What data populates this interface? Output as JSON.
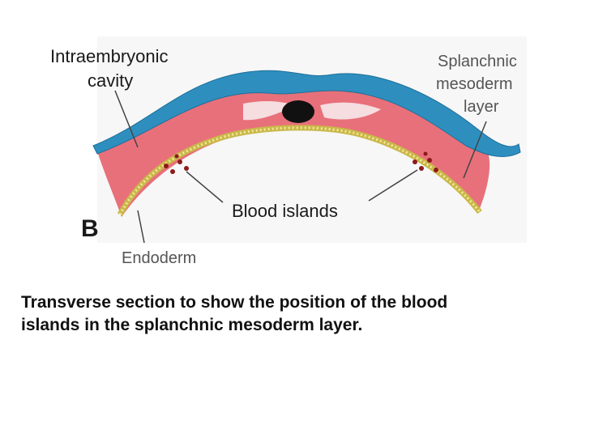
{
  "labels": {
    "intraembryonic_line1": "Intraembryonic",
    "intraembryonic_line2": "cavity",
    "splanchnic_line1": "Splanchnic",
    "splanchnic_line2": "mesoderm",
    "splanchnic_line3": "layer",
    "blood_islands": "Blood islands",
    "panel_letter": "B",
    "endoderm": "Endoderm"
  },
  "caption": {
    "line1": "Transverse section to show the position of the blood",
    "line2": "islands in the splanchnic mesoderm layer."
  },
  "colors": {
    "ectoderm": "#2e8fbf",
    "mesoderm": "#e8707a",
    "endoderm": "#e0d07a",
    "notochord": "#111111",
    "blood_island": "#8b1a1a"
  }
}
